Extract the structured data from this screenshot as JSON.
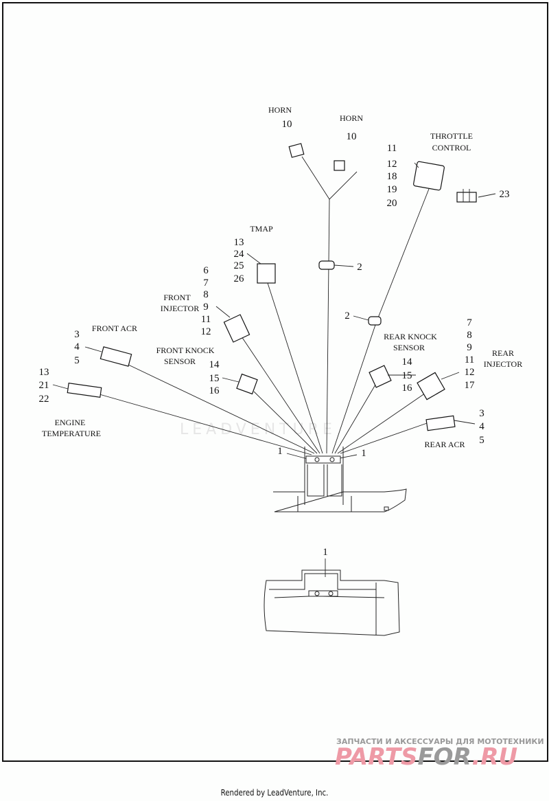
{
  "labels": {
    "horn_left": "HORN",
    "horn_left_num": "10",
    "horn_right": "HORN",
    "horn_right_num": "10",
    "throttle_1": "THROTTLE",
    "throttle_2": "CONTROL",
    "throttle_nums": [
      "11",
      "12",
      "18",
      "19",
      "20"
    ],
    "part_23": "23",
    "tmap": "TMAP",
    "tmap_nums": [
      "13",
      "24",
      "25",
      "26"
    ],
    "clip_upper": "2",
    "clip_lower": "2",
    "front_injector_1": "FRONT",
    "front_injector_2": "INJECTOR",
    "front_injector_nums": [
      "6",
      "7",
      "8",
      "9",
      "11",
      "12"
    ],
    "front_acr": "FRONT ACR",
    "front_acr_nums": [
      "3",
      "4",
      "5"
    ],
    "front_knock_1": "FRONT KNOCK",
    "front_knock_2": "SENSOR",
    "front_knock_nums": [
      "14",
      "15",
      "16"
    ],
    "engine_temp_nums": [
      "13",
      "21",
      "22"
    ],
    "engine_temp_1": "ENGINE",
    "engine_temp_2": "TEMPERATURE",
    "rear_knock_1": "REAR KNOCK",
    "rear_knock_2": "SENSOR",
    "rear_knock_nums": [
      "14",
      "15",
      "16"
    ],
    "rear_injector_1": "REAR",
    "rear_injector_2": "INJECTOR",
    "rear_injector_nums": [
      "7",
      "8",
      "9",
      "11",
      "12",
      "17"
    ],
    "rear_acr_nums": [
      "3",
      "4",
      "5"
    ],
    "rear_acr": "REAR ACR",
    "part_1_left": "1",
    "part_1_right": "1",
    "part_1_detail": "1"
  },
  "watermark": {
    "center": "LEADVENTURE",
    "top": "ЗАПЧАСТИ И АКСЕССУАРЫ ДЛЯ МОТОТЕХНИКИ",
    "brand_a": "PARTS",
    "brand_b": "FOR",
    "brand_c": ".RU"
  },
  "footer": "Rendered by LeadVenture, Inc."
}
